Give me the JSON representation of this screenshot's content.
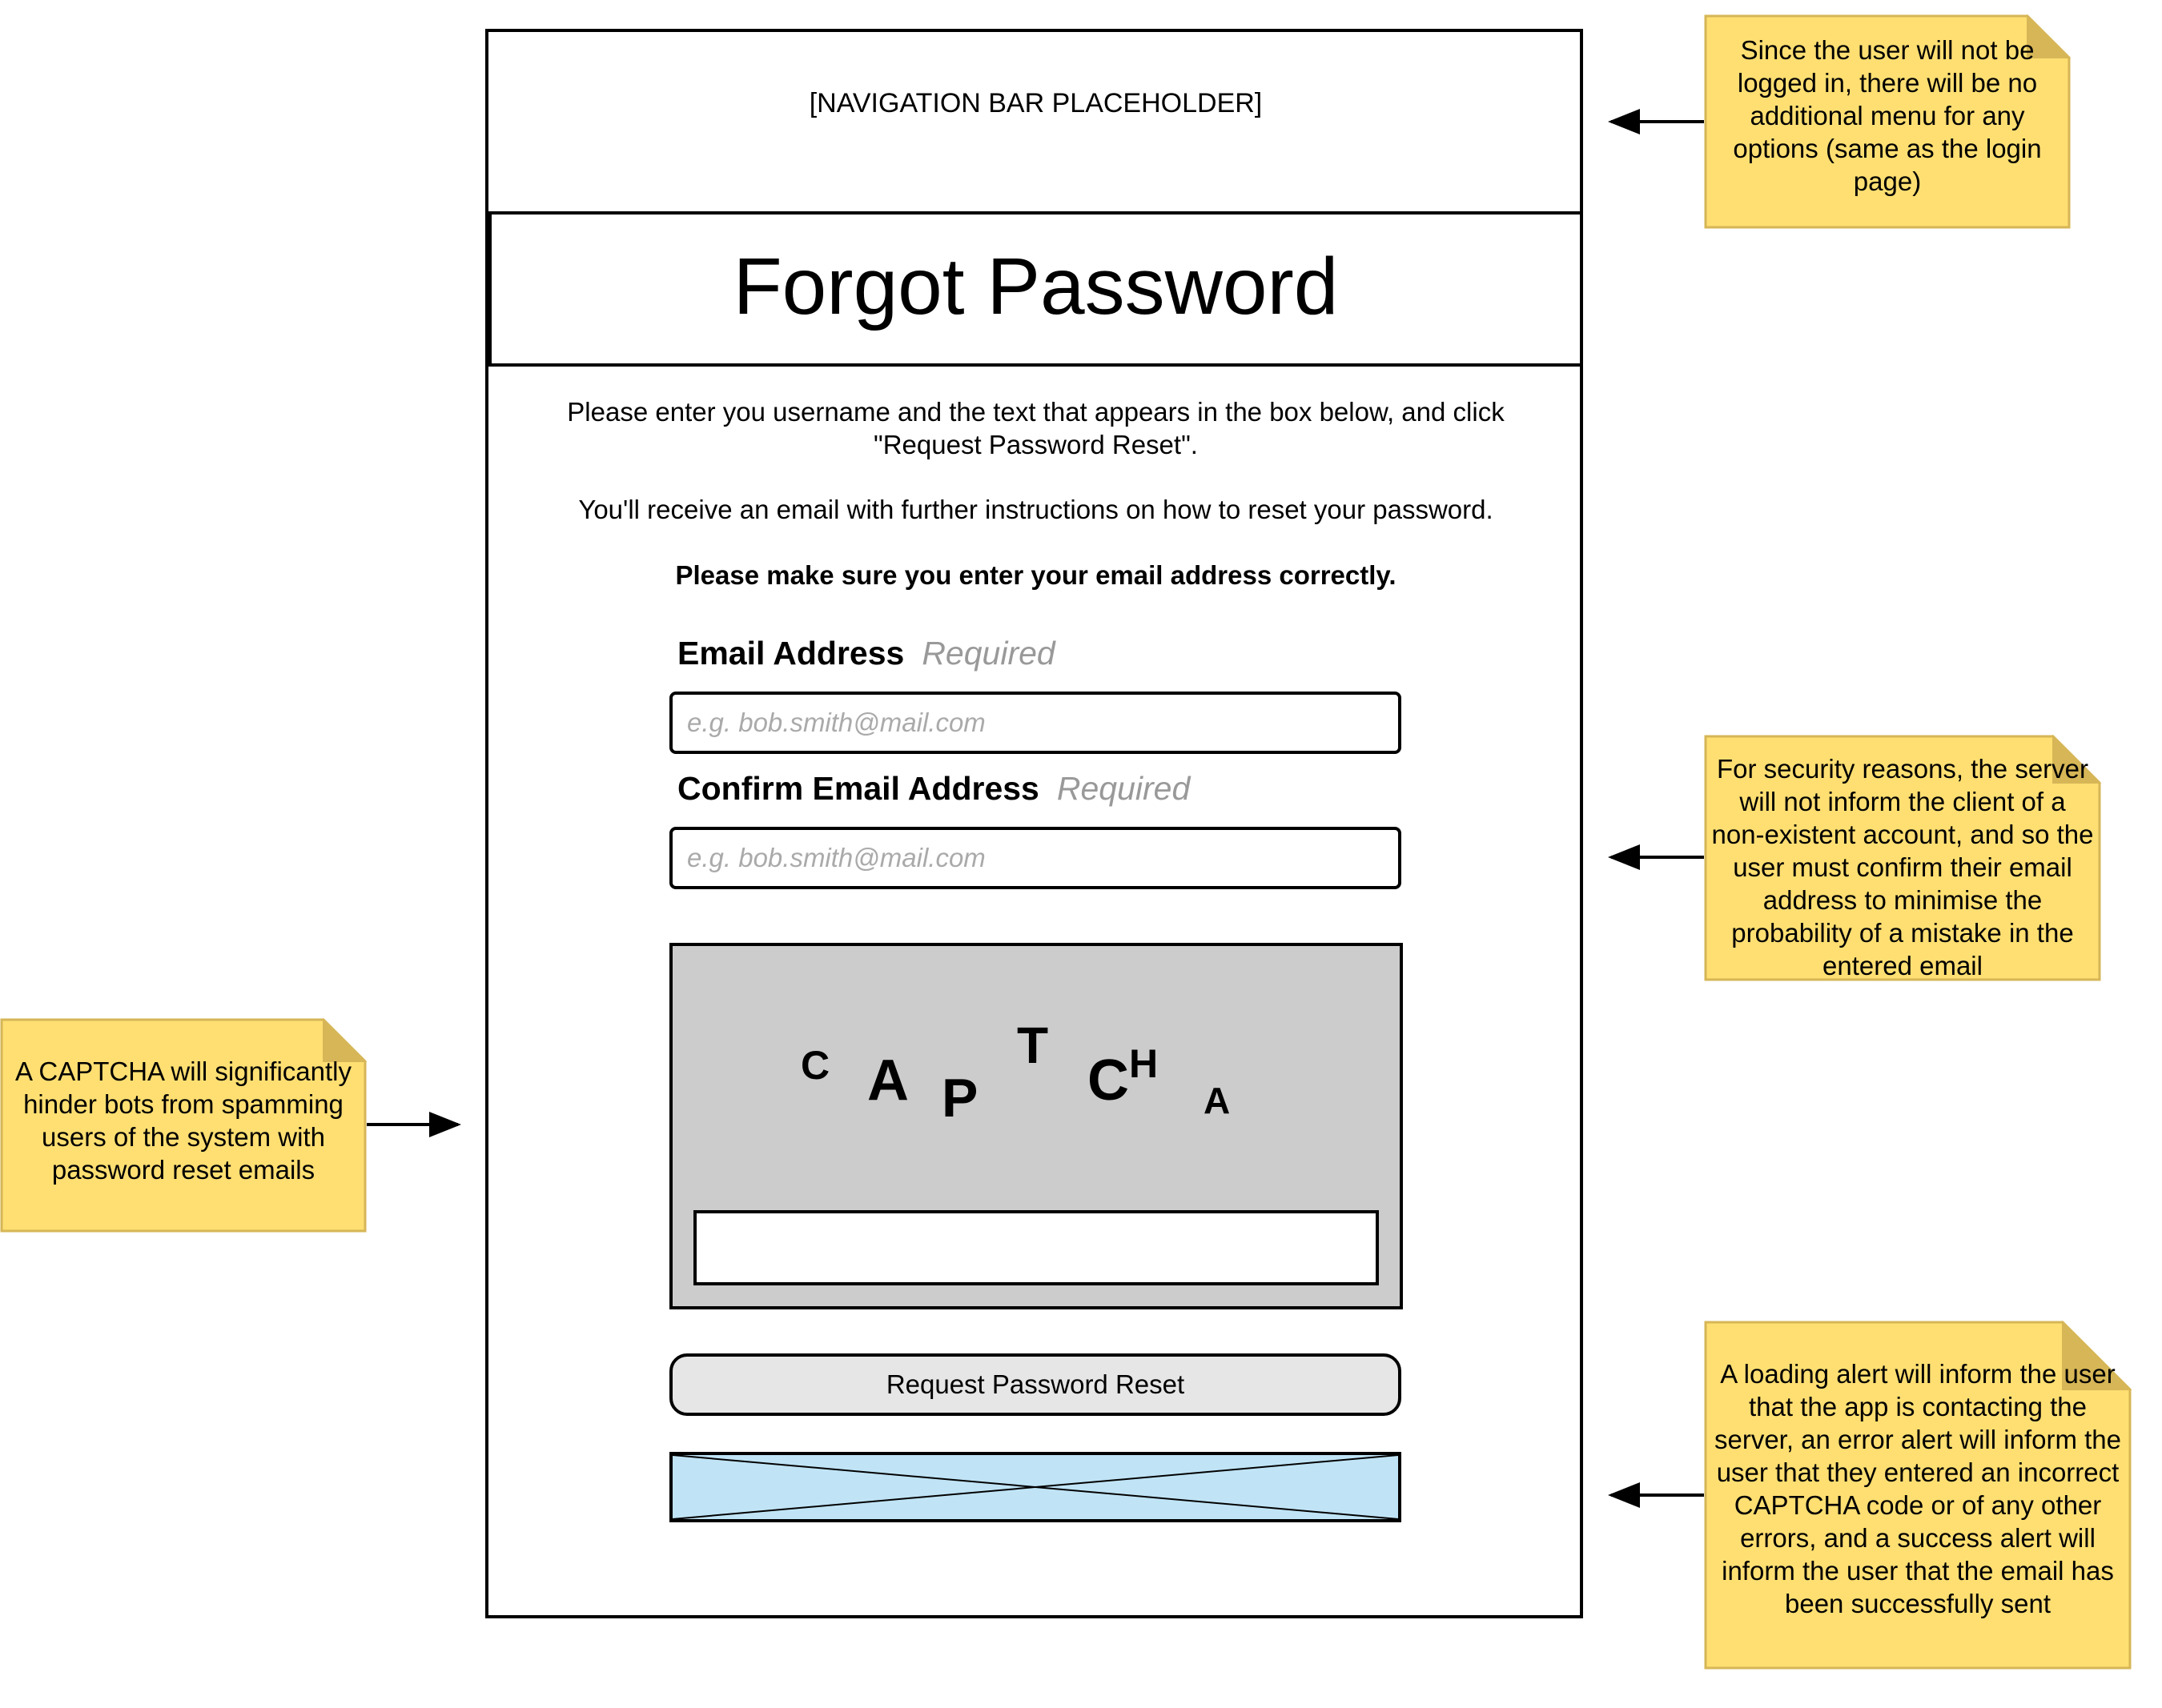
{
  "nav": {
    "placeholder": "[NAVIGATION BAR PLACEHOLDER]"
  },
  "page": {
    "title": "Forgot Password"
  },
  "instructions": {
    "line1": "Please enter you username and the text that appears in the box below, and click \"Request Password Reset\".",
    "line2": "You'll receive an email with further instructions on how to reset your password.",
    "line3": "Please make sure you enter your email address correctly."
  },
  "form": {
    "email": {
      "label": "Email Address",
      "required": "Required",
      "placeholder": "e.g. bob.smith@mail.com",
      "value": ""
    },
    "confirm_email": {
      "label": "Confirm Email Address",
      "required": "Required",
      "placeholder": "e.g. bob.smith@mail.com",
      "value": ""
    },
    "captcha": {
      "letters": [
        "C",
        "A",
        "P",
        "T",
        "C",
        "H",
        "A"
      ],
      "input_value": ""
    },
    "submit_label": "Request Password Reset",
    "alert": {
      "fill": "#c0e4f6",
      "stroke": "#000000"
    }
  },
  "notes": {
    "navigation": "Since the user will not be logged in, there will be no additional menu for any options (same as the login page)",
    "confirm_email": "For security reasons, the server will not inform the client of a non-existent account, and so the user must confirm their email address to minimise the probability of a mistake in the entered email",
    "captcha": "A CAPTCHA will significantly hinder bots from spamming users of the system with password reset emails",
    "alerts": "A loading alert will inform the user that the app is contacting the server, an error alert will inform the user that they entered an incorrect CAPTCHA code or of any other errors, and a success alert will inform the user that the email has been successfully sent"
  },
  "colors": {
    "note_fill": "#ffdf72",
    "note_border": "#d6b656",
    "note_fold": "#d6b656",
    "captcha_bg": "#cccccc",
    "button_bg": "#e6e6e6",
    "placeholder_text": "#aaaaaa",
    "required_text": "#999999"
  }
}
